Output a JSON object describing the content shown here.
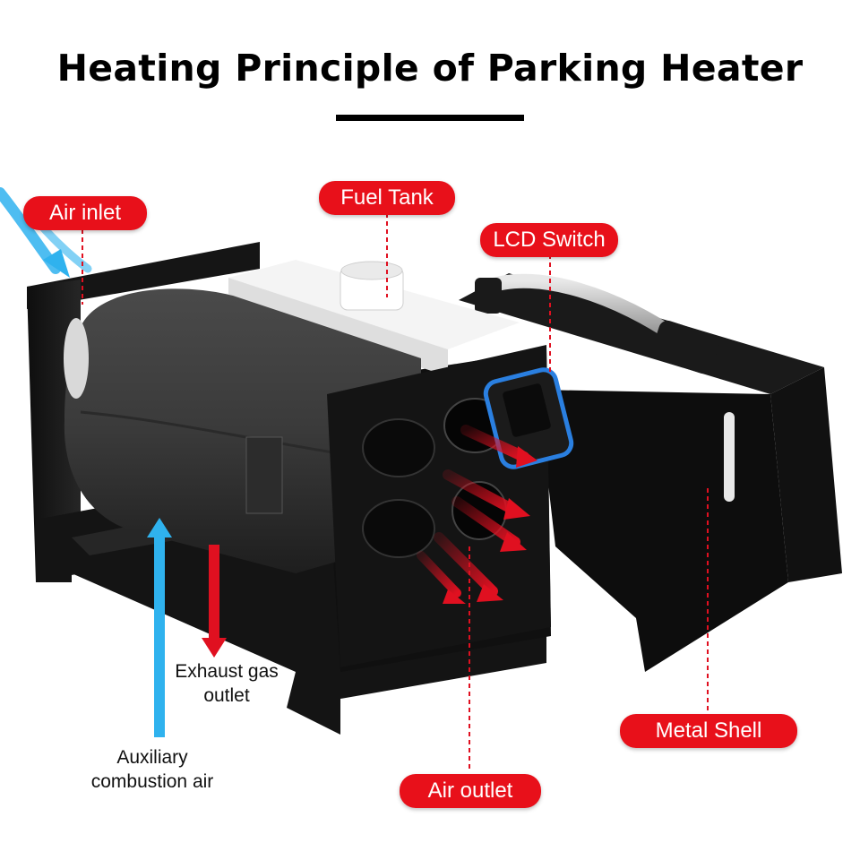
{
  "title": "Heating Principle of Parking Heater",
  "labels": {
    "air_inlet": "Air inlet",
    "fuel_tank": "Fuel Tank",
    "lcd_switch": "LCD Switch",
    "metal_shell": "Metal Shell",
    "air_outlet": "Air outlet",
    "exhaust_line1": "Exhaust gas",
    "exhaust_line2": "outlet",
    "aux_line1": "Auxiliary",
    "aux_line2": "combustion air"
  },
  "colors": {
    "label_red": "#e8101a",
    "arrow_red": "#e01020",
    "arrow_blue": "#2fb2ee",
    "body_black": "#141414"
  }
}
